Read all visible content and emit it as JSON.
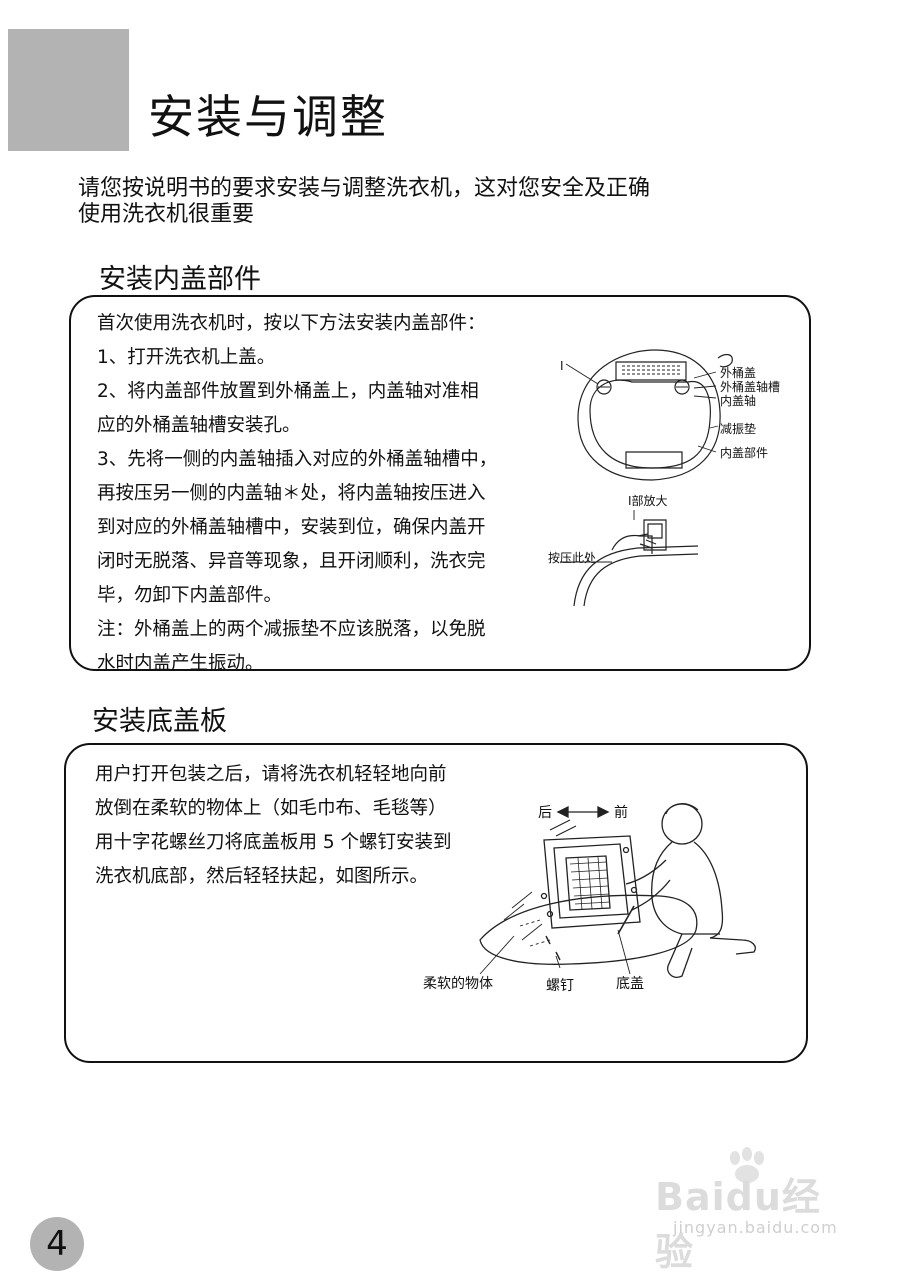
{
  "page": {
    "title": "安装与调整",
    "intro": [
      "请您按说明书的要求安装与调整洗衣机，这对您安全及正确",
      "使用洗衣机很重要"
    ],
    "page_number": "4"
  },
  "section1": {
    "heading": "安装内盖部件",
    "lines": [
      "首次使用洗衣机时，按以下方法安装内盖部件：",
      "1、打开洗衣机上盖。",
      "2、将内盖部件放置到外桶盖上，内盖轴对准相",
      "应的外桶盖轴槽安装孔。",
      "3、先将一侧的内盖轴插入对应的外桶盖轴槽中，",
      "再按压另一侧的内盖轴＊处，将内盖轴按压进入",
      "到对应的外桶盖轴槽中，安装到位，确保内盖开",
      "闭时无脱落、异音等现象，且开闭顺利，洗衣完",
      "毕，勿卸下内盖部件。",
      "注：外桶盖上的两个减振垫不应该脱落，以免脱",
      "水时内盖产生振动。"
    ],
    "diagram_labels": {
      "marker_i": "I",
      "outer_lid": "外桶盖",
      "outer_lid_slot": "外桶盖轴槽",
      "inner_lid_shaft": "内盖轴",
      "damper_pad": "减振垫",
      "inner_lid_part": "内盖部件",
      "detail_title": "I部放大",
      "press_here": "按压此处"
    }
  },
  "section2": {
    "heading": "安装底盖板",
    "lines": [
      "用户打开包装之后，请将洗衣机轻轻地向前",
      "放倒在柔软的物体上（如毛巾布、毛毯等）",
      "用十字花螺丝刀将底盖板用 5 个螺钉安装到",
      "洗衣机底部，然后轻轻扶起，如图所示。"
    ],
    "diagram_labels": {
      "back": "后",
      "front": "前",
      "soft_object": "柔软的物体",
      "screw": "螺钉",
      "bottom_cover": "底盖"
    }
  },
  "watermark": {
    "logo": "Baidu经验",
    "url": "jingyan.baidu.com"
  }
}
